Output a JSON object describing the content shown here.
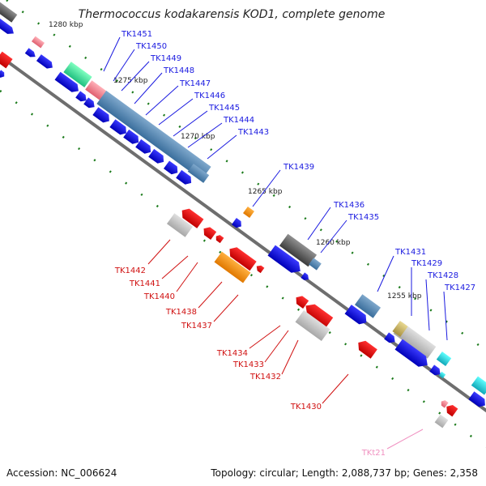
{
  "title": "Thermococcus kodakarensis KOD1, complete genome",
  "accession": "Accession: NC_006624",
  "summary": "Topology: circular; Length: 2,088,737 bp; Genes: 2,358",
  "colors": {
    "backbone": "#6e6e6e",
    "tick": "#1a7a1a",
    "forward_label": "#1a1ae0",
    "reverse_label": "#d01010",
    "trna_label": "#f090c0"
  },
  "kbp_labels": [
    "1280 kbp",
    "1275 kbp",
    "1270 kbp",
    "1265 kbp",
    "1260 kbp",
    "1255 kbp"
  ],
  "forward_genes": [
    "TK1451",
    "TK1450",
    "TK1449",
    "TK1448",
    "TK1447",
    "TK1446",
    "TK1445",
    "TK1444",
    "TK1443",
    "TK1439",
    "TK1436",
    "TK1435",
    "TK1431",
    "TK1429",
    "TK1428",
    "TK1427"
  ],
  "reverse_genes": [
    "TK1442",
    "TK1441",
    "TK1440",
    "TK1438",
    "TK1437",
    "TK1434",
    "TK1433",
    "TK1432",
    "TK1430"
  ],
  "trna_genes": [
    "TKt21"
  ]
}
